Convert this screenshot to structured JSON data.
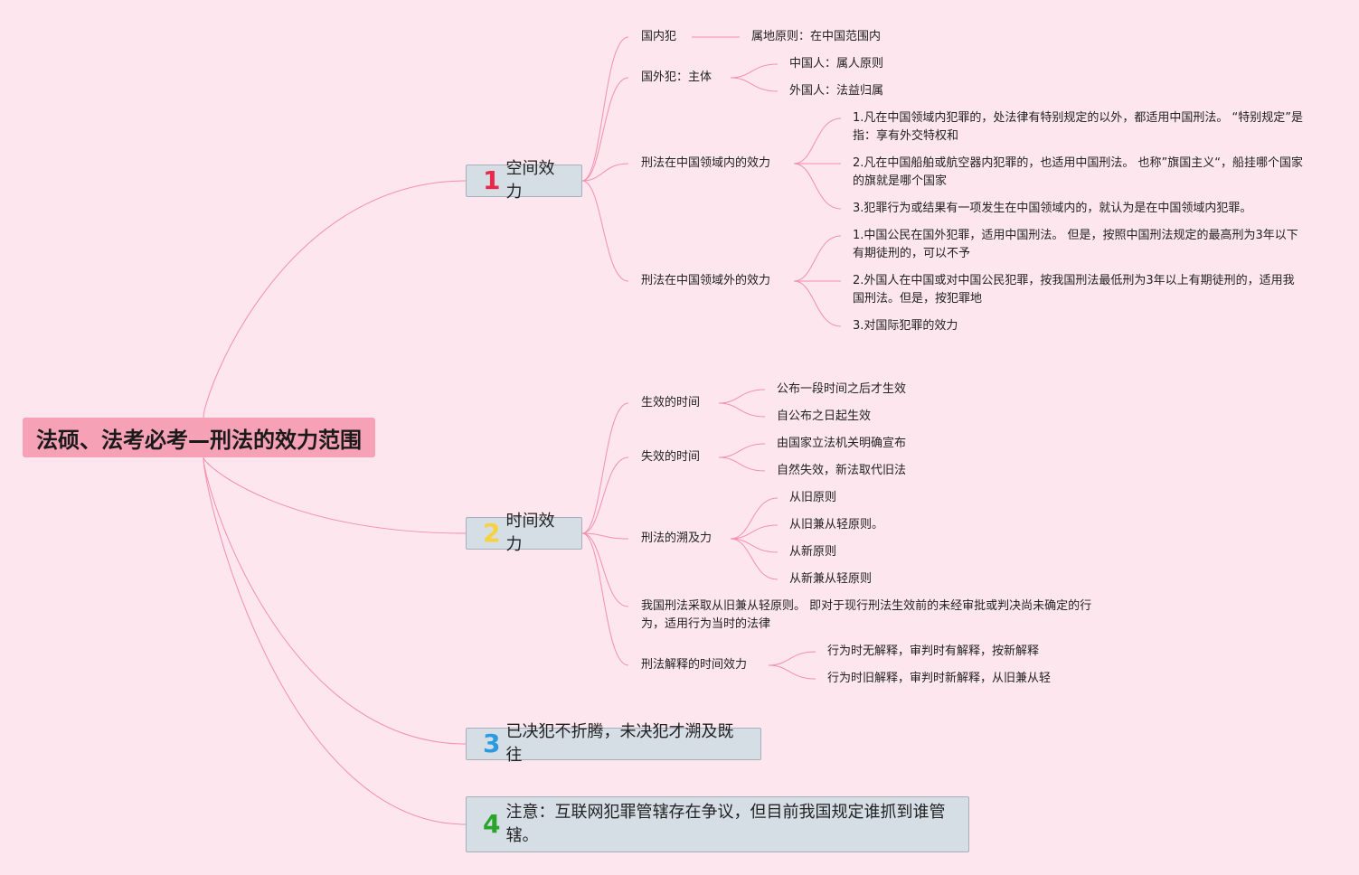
{
  "title": "法硕、法考必考—刑法的效力范围",
  "colors": {
    "background": "#fde6ee",
    "root": "#f7a1b7",
    "branch": "#d5dde5",
    "line": "#f58fae",
    "num1": "#e8294a",
    "num2": "#f6d23c",
    "num3": "#2b9ae0",
    "num4": "#2aa52a"
  },
  "branches": [
    {
      "num": "1",
      "label": "空间效力",
      "children": [
        {
          "label": "国内犯",
          "children": [
            "属地原则：在中国范围内"
          ]
        },
        {
          "label": "国外犯：主体",
          "children": [
            "中国人：属人原则",
            "外国人：法益归属"
          ]
        },
        {
          "label": "刑法在中国领域内的效力",
          "children": [
            "1.凡在中国领域内犯罪的，处法律有特别规定的以外，都适用中国刑法。 “特别规定”是指：享有外交特权和",
            "2.凡在中国船舶或航空器内犯罪的，也适用中国刑法。 也称”旗国主义“，船挂哪个国家的旗就是哪个国家",
            "3.犯罪行为或结果有一项发生在中国领域内的，就认为是在中国领域内犯罪。"
          ]
        },
        {
          "label": "刑法在中国领域外的效力",
          "children": [
            "1.中国公民在国外犯罪，适用中国刑法。 但是，按照中国刑法规定的最高刑为3年以下有期徒刑的，可以不予",
            "2.外国人在中国或对中国公民犯罪，按我国刑法最低刑为3年以上有期徒刑的，适用我国刑法。但是，按犯罪地",
            "3.对国际犯罪的效力"
          ]
        }
      ]
    },
    {
      "num": "2",
      "label": "时间效力",
      "children": [
        {
          "label": "生效的时间",
          "children": [
            "公布一段时间之后才生效",
            "自公布之日起生效"
          ]
        },
        {
          "label": "失效的时间",
          "children": [
            "由国家立法机关明确宣布",
            "自然失效，新法取代旧法"
          ]
        },
        {
          "label": "刑法的溯及力",
          "children": [
            "从旧原则",
            "从旧兼从轻原则。",
            "从新原则",
            "从新兼从轻原则"
          ]
        },
        {
          "label": "我国刑法采取从旧兼从轻原则。 即对于现行刑法生效前的未经审批或判决尚未确定的行为，适用行为当时的法律",
          "children": []
        },
        {
          "label": "刑法解释的时间效力",
          "children": [
            "行为时无解释，审判时有解释，按新解释",
            "行为时旧解释，审判时新解释，从旧兼从轻"
          ]
        }
      ]
    },
    {
      "num": "3",
      "label": "已决犯不折腾，未决犯才溯及既往",
      "children": []
    },
    {
      "num": "4",
      "label": "注意：互联网犯罪管辖存在争议，但目前我国规定谁抓到谁管辖。",
      "children": []
    }
  ]
}
